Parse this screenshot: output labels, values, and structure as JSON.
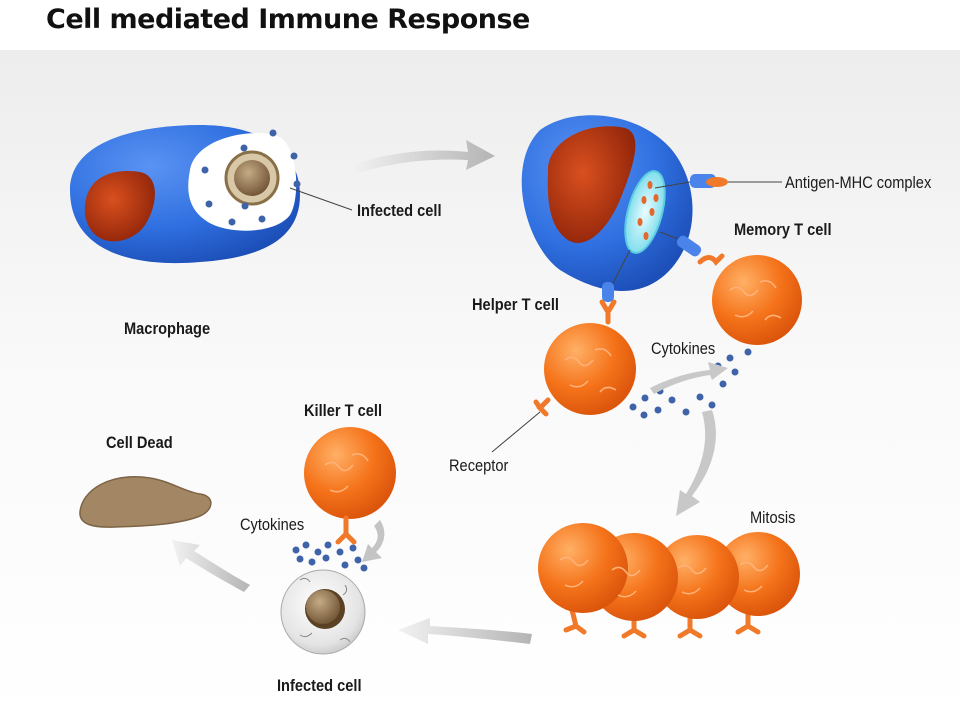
{
  "title": "Cell mediated Immune Response",
  "labels": {
    "infected_cell_top": "Infected  cell",
    "macrophage": "Macrophage",
    "antigen_mhc": "Antigen-MHC complex",
    "memory_t_cell": "Memory  T cell",
    "helper_t_cell": "Helper  T cell",
    "cytokines_right": "Cytokines",
    "receptor": "Receptor",
    "killer_t_cell": "Killer  T cell",
    "cell_dead": "Cell Dead",
    "cytokines_left": "Cytokines",
    "mitosis": "Mitosis",
    "infected_cell_bottom": "Infected  cell"
  },
  "colors": {
    "macrophage_blue": "#2f6fe0",
    "nucleus_red": "#b8300e",
    "t_cell_orange": "#f26a10",
    "cytokine_blue": "#3f63a8",
    "arrow_gray": "#c4c4c4",
    "dead_cell_brown": "#a38663"
  }
}
